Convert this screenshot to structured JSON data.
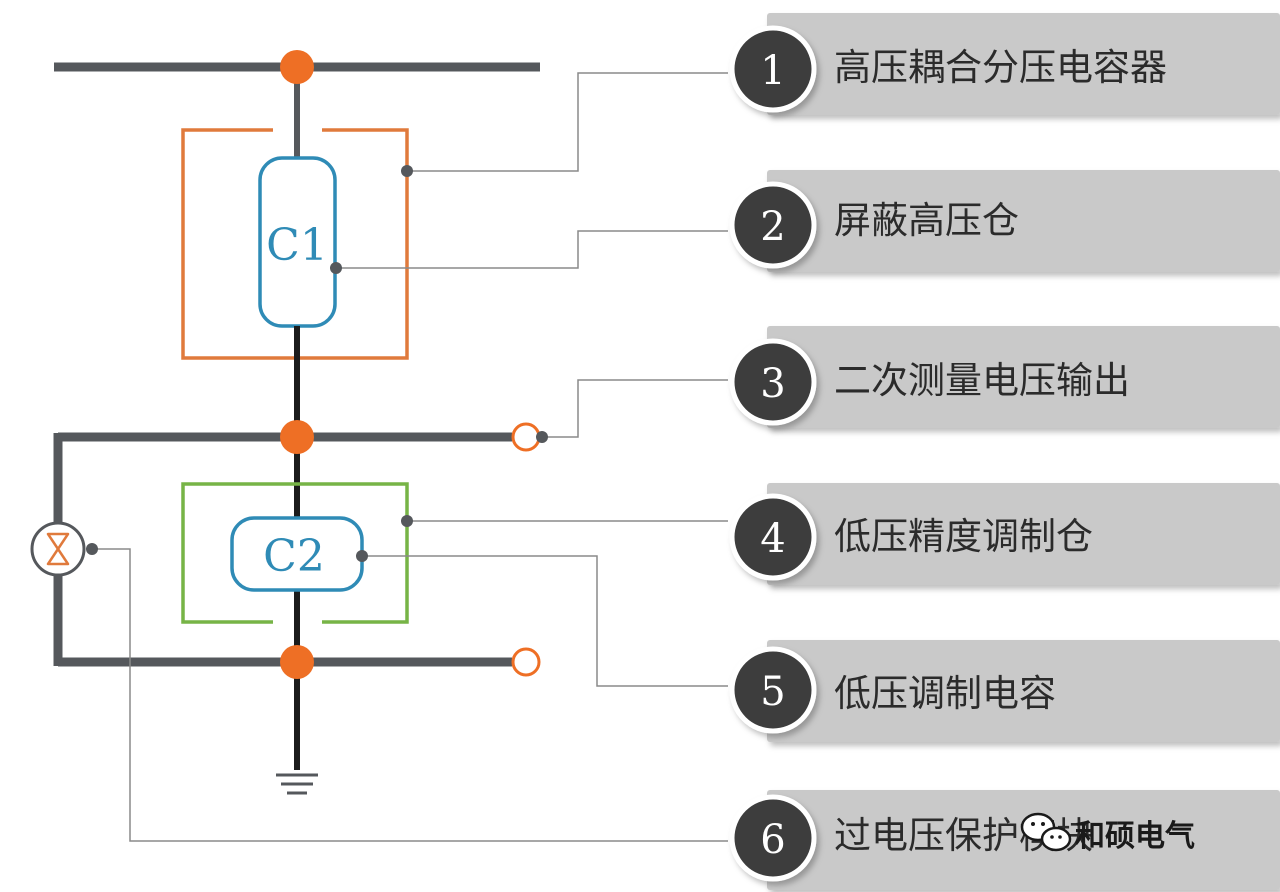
{
  "colors": {
    "wire": "#55585c",
    "node": "#ee6f25",
    "shield": "#e07a3c",
    "precision": "#77b446",
    "capacitor": "#2f8bb6",
    "label_bg": "#c9c9c9",
    "badge_bg": "#3d3d3d",
    "leader": "#8a8a8a"
  },
  "capacitors": {
    "c1": "C1",
    "c2": "C2"
  },
  "legend": [
    {
      "num": "1",
      "text": "高压耦合分压电容器"
    },
    {
      "num": "2",
      "text": "屏蔽高压仓"
    },
    {
      "num": "3",
      "text": "二次测量电压输出"
    },
    {
      "num": "4",
      "text": "低压精度调制仓"
    },
    {
      "num": "5",
      "text": "低压调制电容"
    },
    {
      "num": "6",
      "text": "过电压保护模块"
    }
  ],
  "watermark": {
    "text": "和硕电气",
    "icon": "wechat-icon"
  }
}
